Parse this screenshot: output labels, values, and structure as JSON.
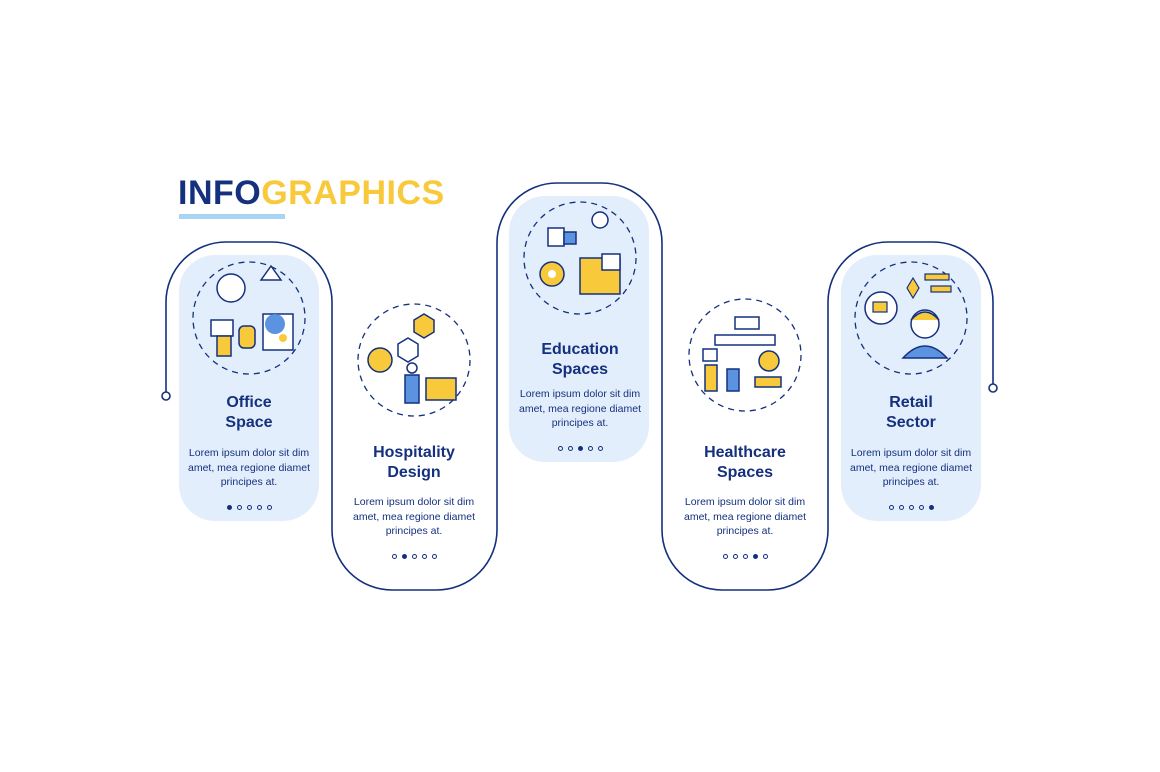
{
  "title": {
    "part1": "INFO",
    "part2": "GRAPHICS"
  },
  "colors": {
    "navy": "#14307e",
    "yellow": "#f8c93a",
    "light_blue": "#e3eefc",
    "accent_blue": "#5b93e0"
  },
  "cards": [
    {
      "title_line1": "Office",
      "title_line2": "Space",
      "body": "Lorem ipsum dolor sit dim amet, mea regione diamet principes at.",
      "active_dot": 1,
      "icon": "office-plants-icon"
    },
    {
      "title_line1": "Hospitality",
      "title_line2": "Design",
      "body": "Lorem ipsum dolor sit dim amet, mea regione diamet principes at.",
      "active_dot": 2,
      "icon": "hotel-reception-icon"
    },
    {
      "title_line1": "Education",
      "title_line2": "Spaces",
      "body": "Lorem ipsum dolor sit dim amet, mea regione diamet principes at.",
      "active_dot": 3,
      "icon": "classroom-icon"
    },
    {
      "title_line1": "Healthcare",
      "title_line2": "Spaces",
      "body": "Lorem ipsum dolor sit dim amet, mea regione diamet principes at.",
      "active_dot": 4,
      "icon": "hospital-icon"
    },
    {
      "title_line1": "Retail",
      "title_line2": "Sector",
      "body": "Lorem ipsum dolor sit dim amet, mea regione diamet principes at.",
      "active_dot": 5,
      "icon": "shopping-icon"
    }
  ]
}
